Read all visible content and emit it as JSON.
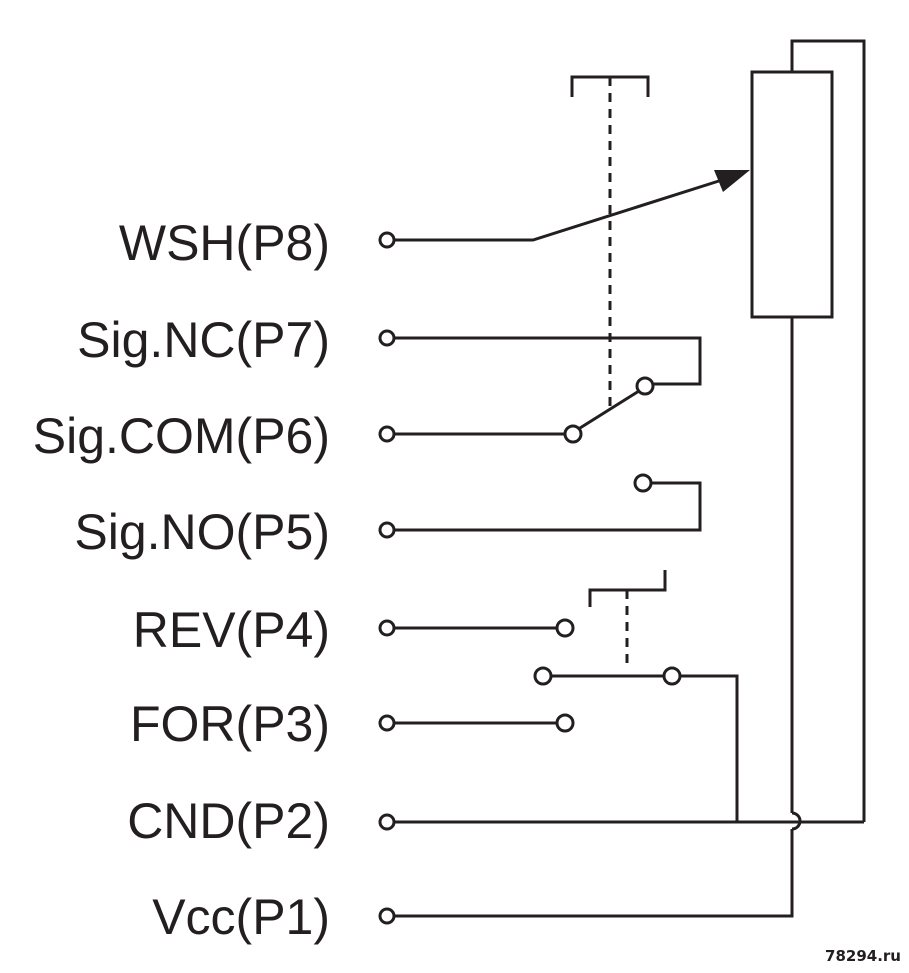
{
  "pins": [
    {
      "id": "p8",
      "label": "WSH(P8)"
    },
    {
      "id": "p7",
      "label": "Sig.NC(P7)"
    },
    {
      "id": "p6",
      "label": "Sig.COM(P6)"
    },
    {
      "id": "p5",
      "label": "Sig.NO(P5)"
    },
    {
      "id": "p4",
      "label": "REV(P4)"
    },
    {
      "id": "p3",
      "label": "FOR(P3)"
    },
    {
      "id": "p2",
      "label": "CND(P2)"
    },
    {
      "id": "p1",
      "label": "Vcc(P1)"
    }
  ],
  "watermark": "78294.ru",
  "colors": {
    "line": "#231f20",
    "background": "#ffffff"
  }
}
